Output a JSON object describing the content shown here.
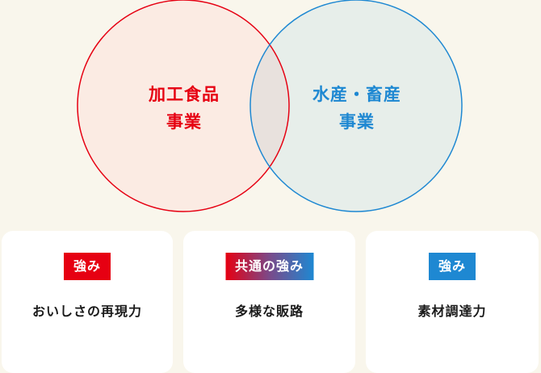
{
  "colors": {
    "background": "#f9f6ec",
    "red": "#e60012",
    "blue": "#1e88d2",
    "left_fill": "#fbebe3",
    "right_fill": "#e7eeea",
    "overlap_fill": "#e8e1dd",
    "card_bg": "#ffffff",
    "text_dark": "#1a1a1a"
  },
  "venn": {
    "left": {
      "line1": "加工食品",
      "line2": "事業"
    },
    "right": {
      "line1": "水産・畜産",
      "line2": "事業"
    }
  },
  "cards": [
    {
      "badge": "強み",
      "badge_style": "red",
      "title": "おいしさの再現力"
    },
    {
      "badge": "共通の強み",
      "badge_style": "gradient",
      "title": "多様な販路"
    },
    {
      "badge": "強み",
      "badge_style": "blue",
      "title": "素材調達力"
    }
  ]
}
